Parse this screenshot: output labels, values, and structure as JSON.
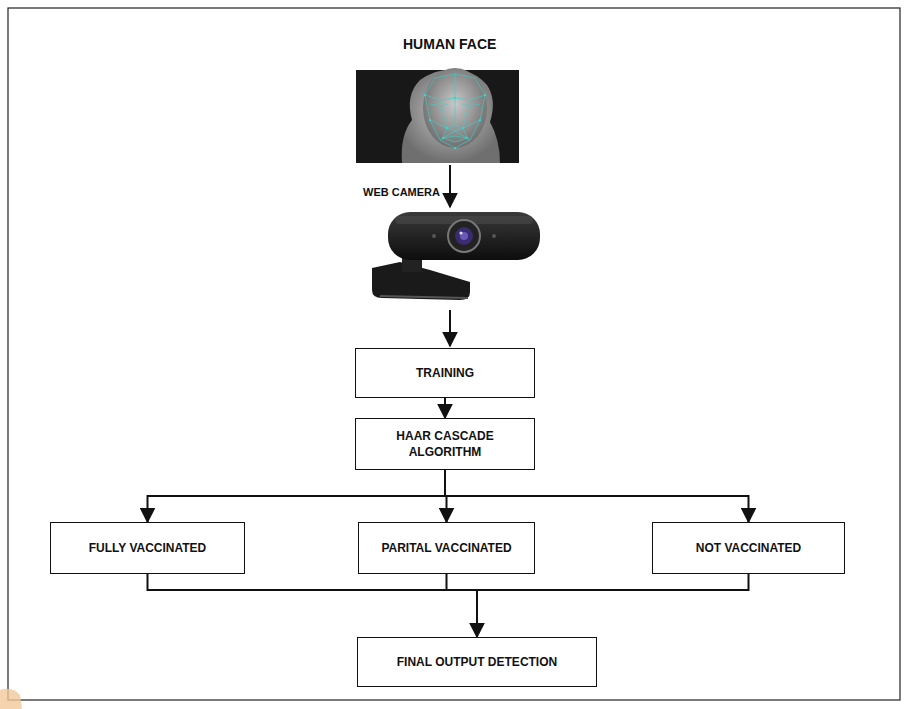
{
  "diagram": {
    "title": "HUMAN FACE",
    "nodes": [
      {
        "text": [
          "TRAINING"
        ]
      },
      {
        "text": [
          "HAAR CASCADE ALGORITHM"
        ]
      },
      {
        "text": [
          "FULLY VACCINATED"
        ]
      },
      {
        "text": [
          "PARITAL VACCINATED"
        ]
      },
      {
        "text": [
          "NOT VACCINATED"
        ]
      },
      {
        "text": [
          "FINAL OUTPUT DETECTION"
        ]
      }
    ],
    "edges": [
      {
        "from": 0,
        "to": 1,
        "arrow": "to"
      },
      {
        "from": 1,
        "to": 2,
        "arrow": "to"
      },
      {
        "from": 1,
        "to": 3,
        "arrow": "to"
      },
      {
        "from": 1,
        "to": 4,
        "arrow": "to"
      },
      {
        "from": 2,
        "to": 5,
        "arrow": "to"
      },
      {
        "from": 3,
        "to": 5,
        "arrow": "to"
      },
      {
        "from": 4,
        "to": 5,
        "arrow": "to"
      }
    ],
    "labels": [
      "WEB CAMERA"
    ]
  }
}
